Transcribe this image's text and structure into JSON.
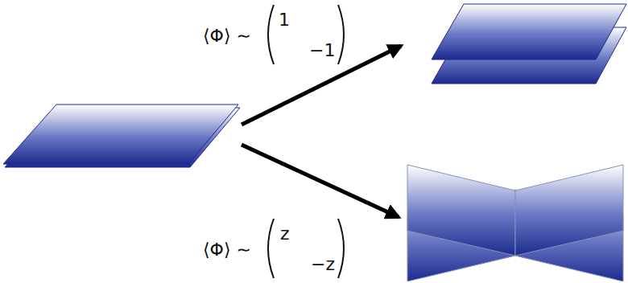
{
  "diagram": {
    "labels": [
      "⟨Φ⟩ ∼",
      "1",
      "−1",
      "⟨Φ⟩ ∼",
      "z",
      "−z"
    ]
  }
}
